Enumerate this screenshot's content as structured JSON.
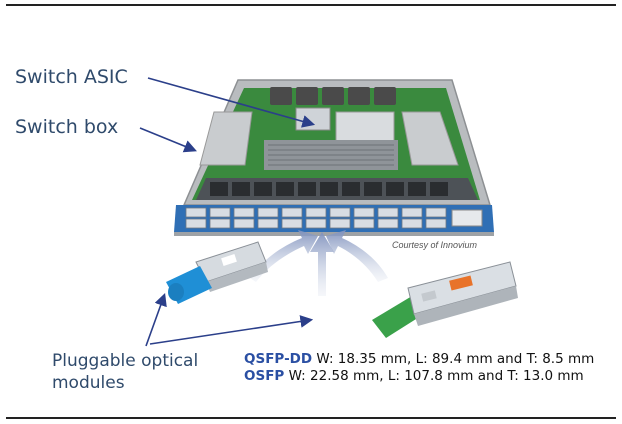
{
  "labels": {
    "switch_asic": "Switch ASIC",
    "switch_box": "Switch box",
    "pluggable_modules": "Pluggable optical modules"
  },
  "credit": "Courtesy of Innovium",
  "specs": [
    {
      "name": "QSFP-DD",
      "dims": "W: 18.35 mm, L: 89.4 mm and T: 8.5 mm"
    },
    {
      "name": "OSFP",
      "dims": "W: 22.58 mm, L: 107.8 mm and T: 13.0 mm"
    }
  ],
  "colors": {
    "label_text": "#2f4a6b",
    "spec_name": "#2a4fa3",
    "pcb_green": "#3a8a3e",
    "front_panel_blue": "#2f6fb5",
    "arrow_fill": "#8a9cc2",
    "qsfp_latch_blue": "#1f8fd6",
    "osfp_latch_orange": "#e8732a"
  },
  "icons": [
    "switch-box-image",
    "qsfp-dd-module",
    "osfp-module",
    "pointer-arrow"
  ]
}
